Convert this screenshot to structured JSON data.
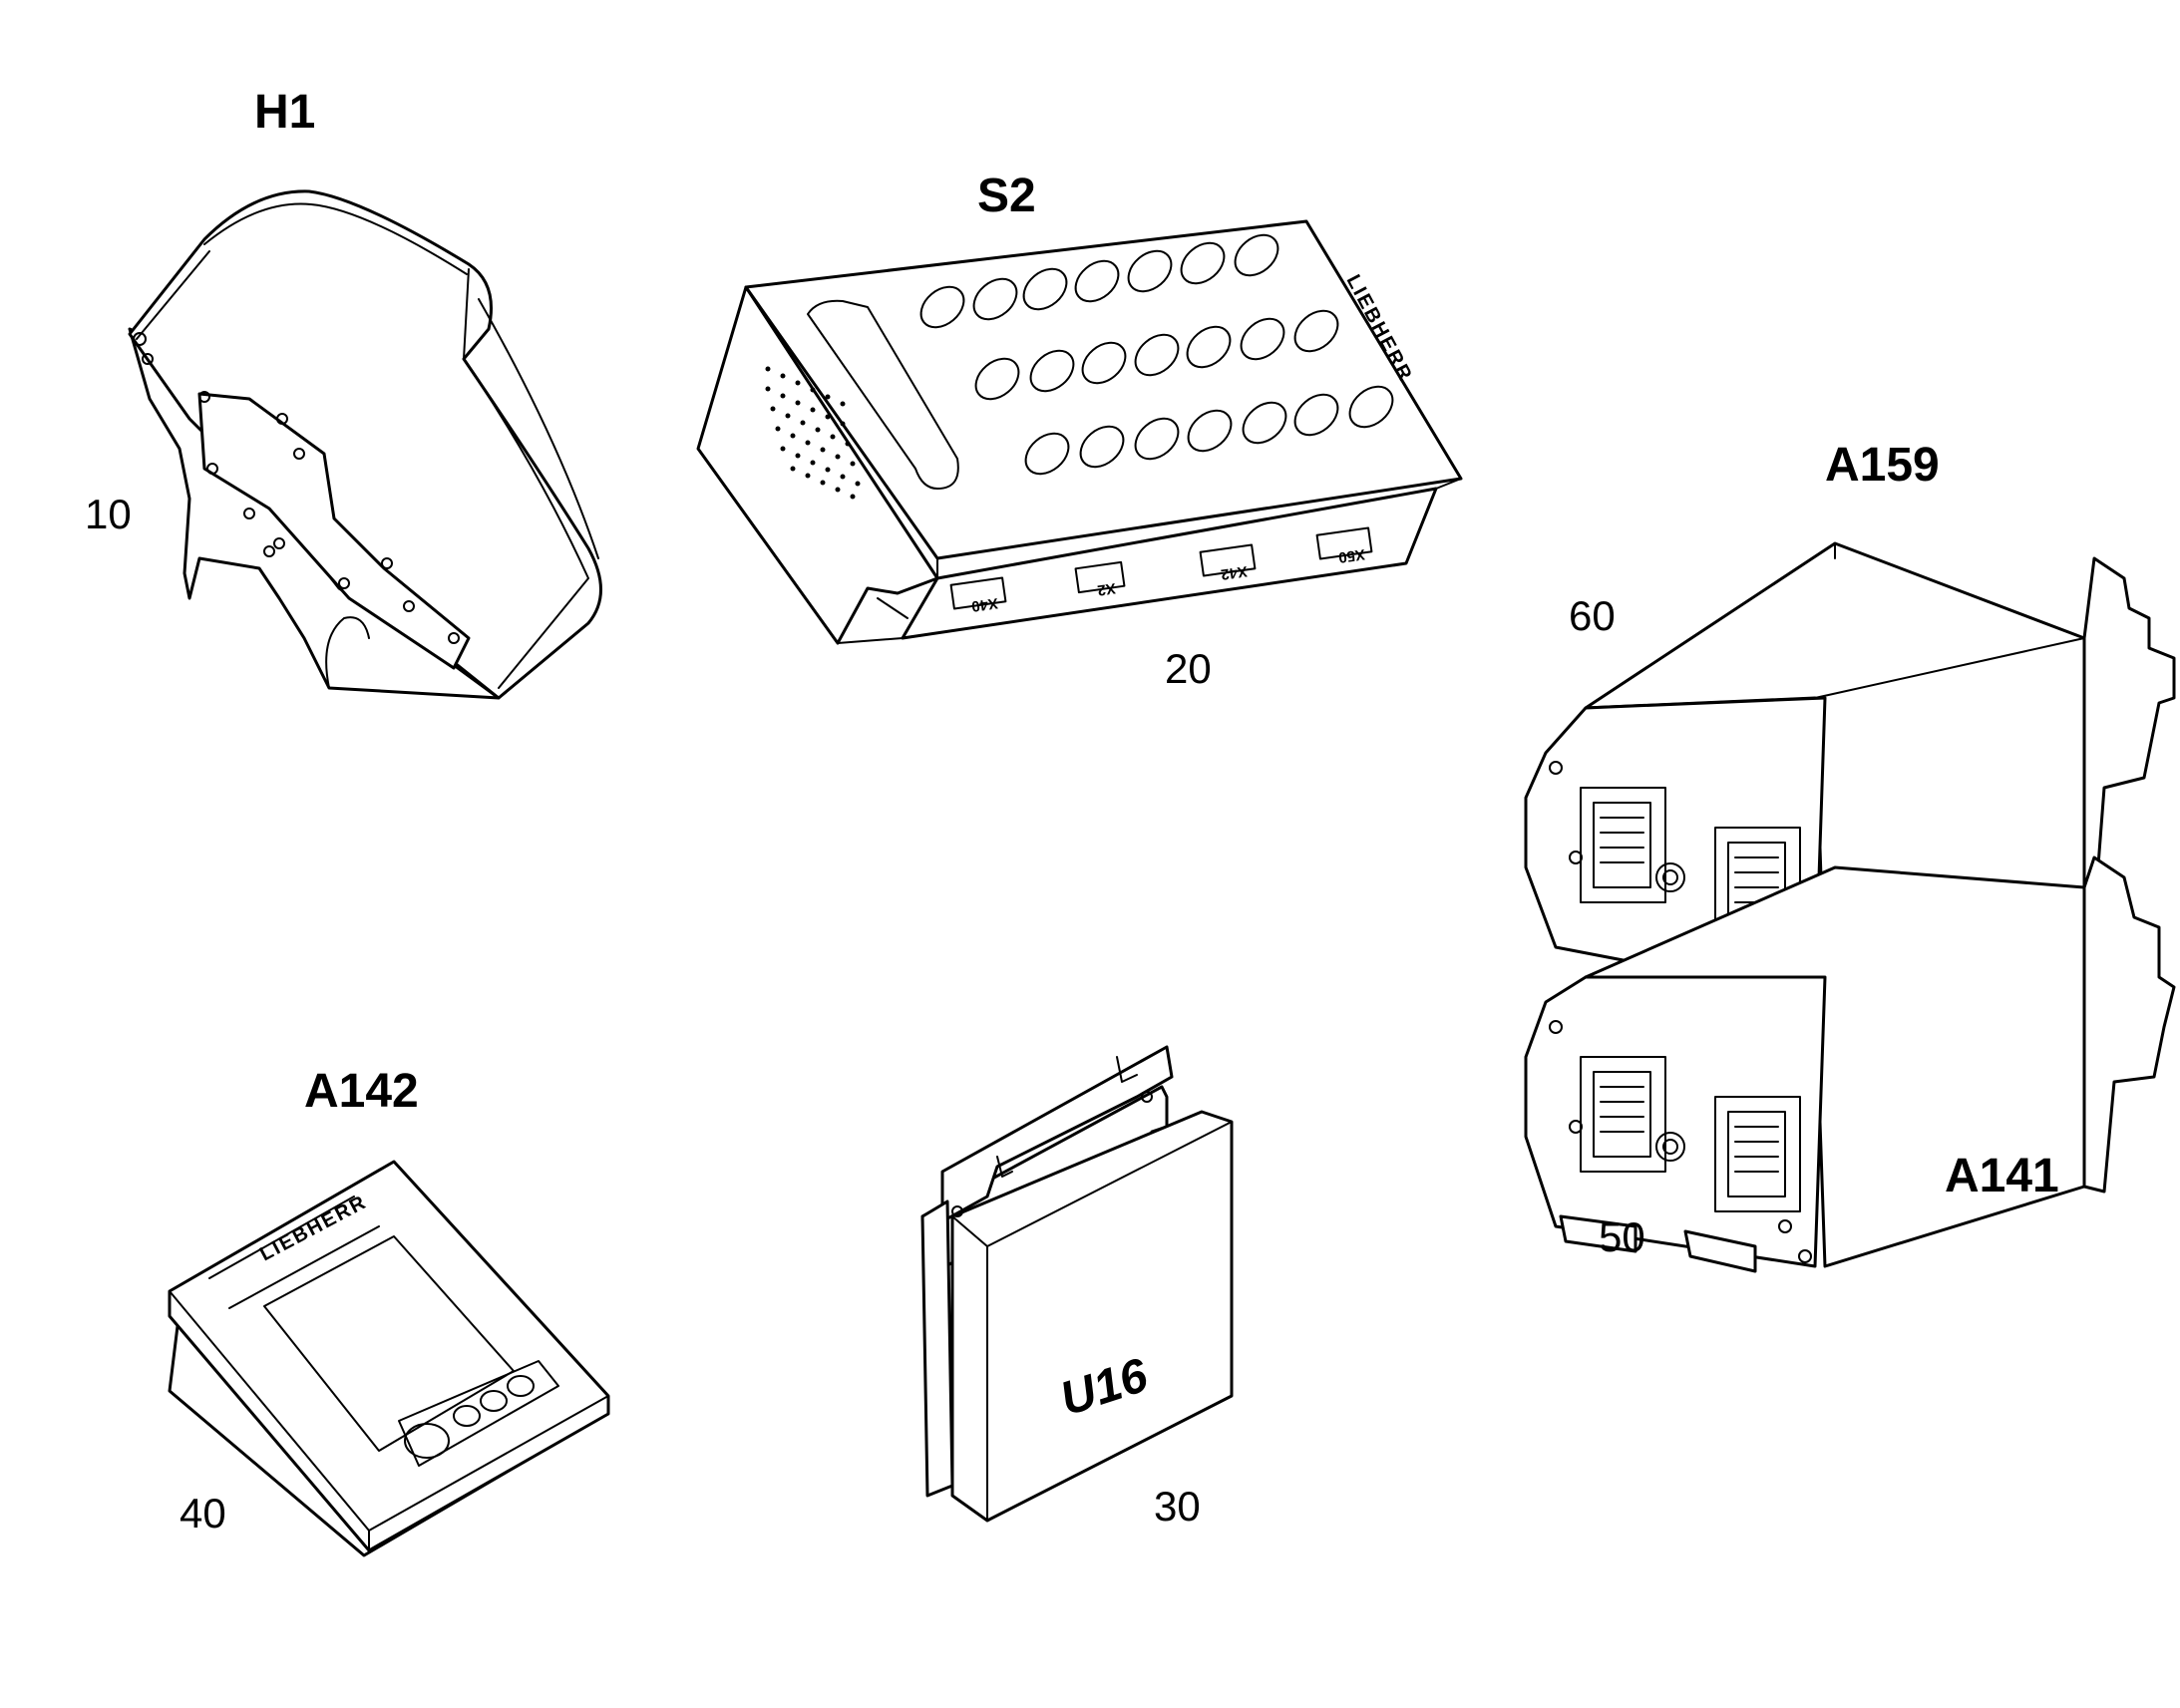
{
  "labels": {
    "h1": "H1",
    "s2": "S2",
    "a159": "A159",
    "a141": "A141",
    "a142": "A142"
  },
  "item_numbers": {
    "n10": "10",
    "n20": "20",
    "n30": "30",
    "n40": "40",
    "n50": "50",
    "n60": "60"
  },
  "connector_tags": [
    "X40",
    "X2",
    "X42",
    "X50"
  ],
  "brand_marks": {
    "s2_panel": "LIEBHERR",
    "a142_display": "LIEBHERR"
  },
  "module_marking": "U16"
}
